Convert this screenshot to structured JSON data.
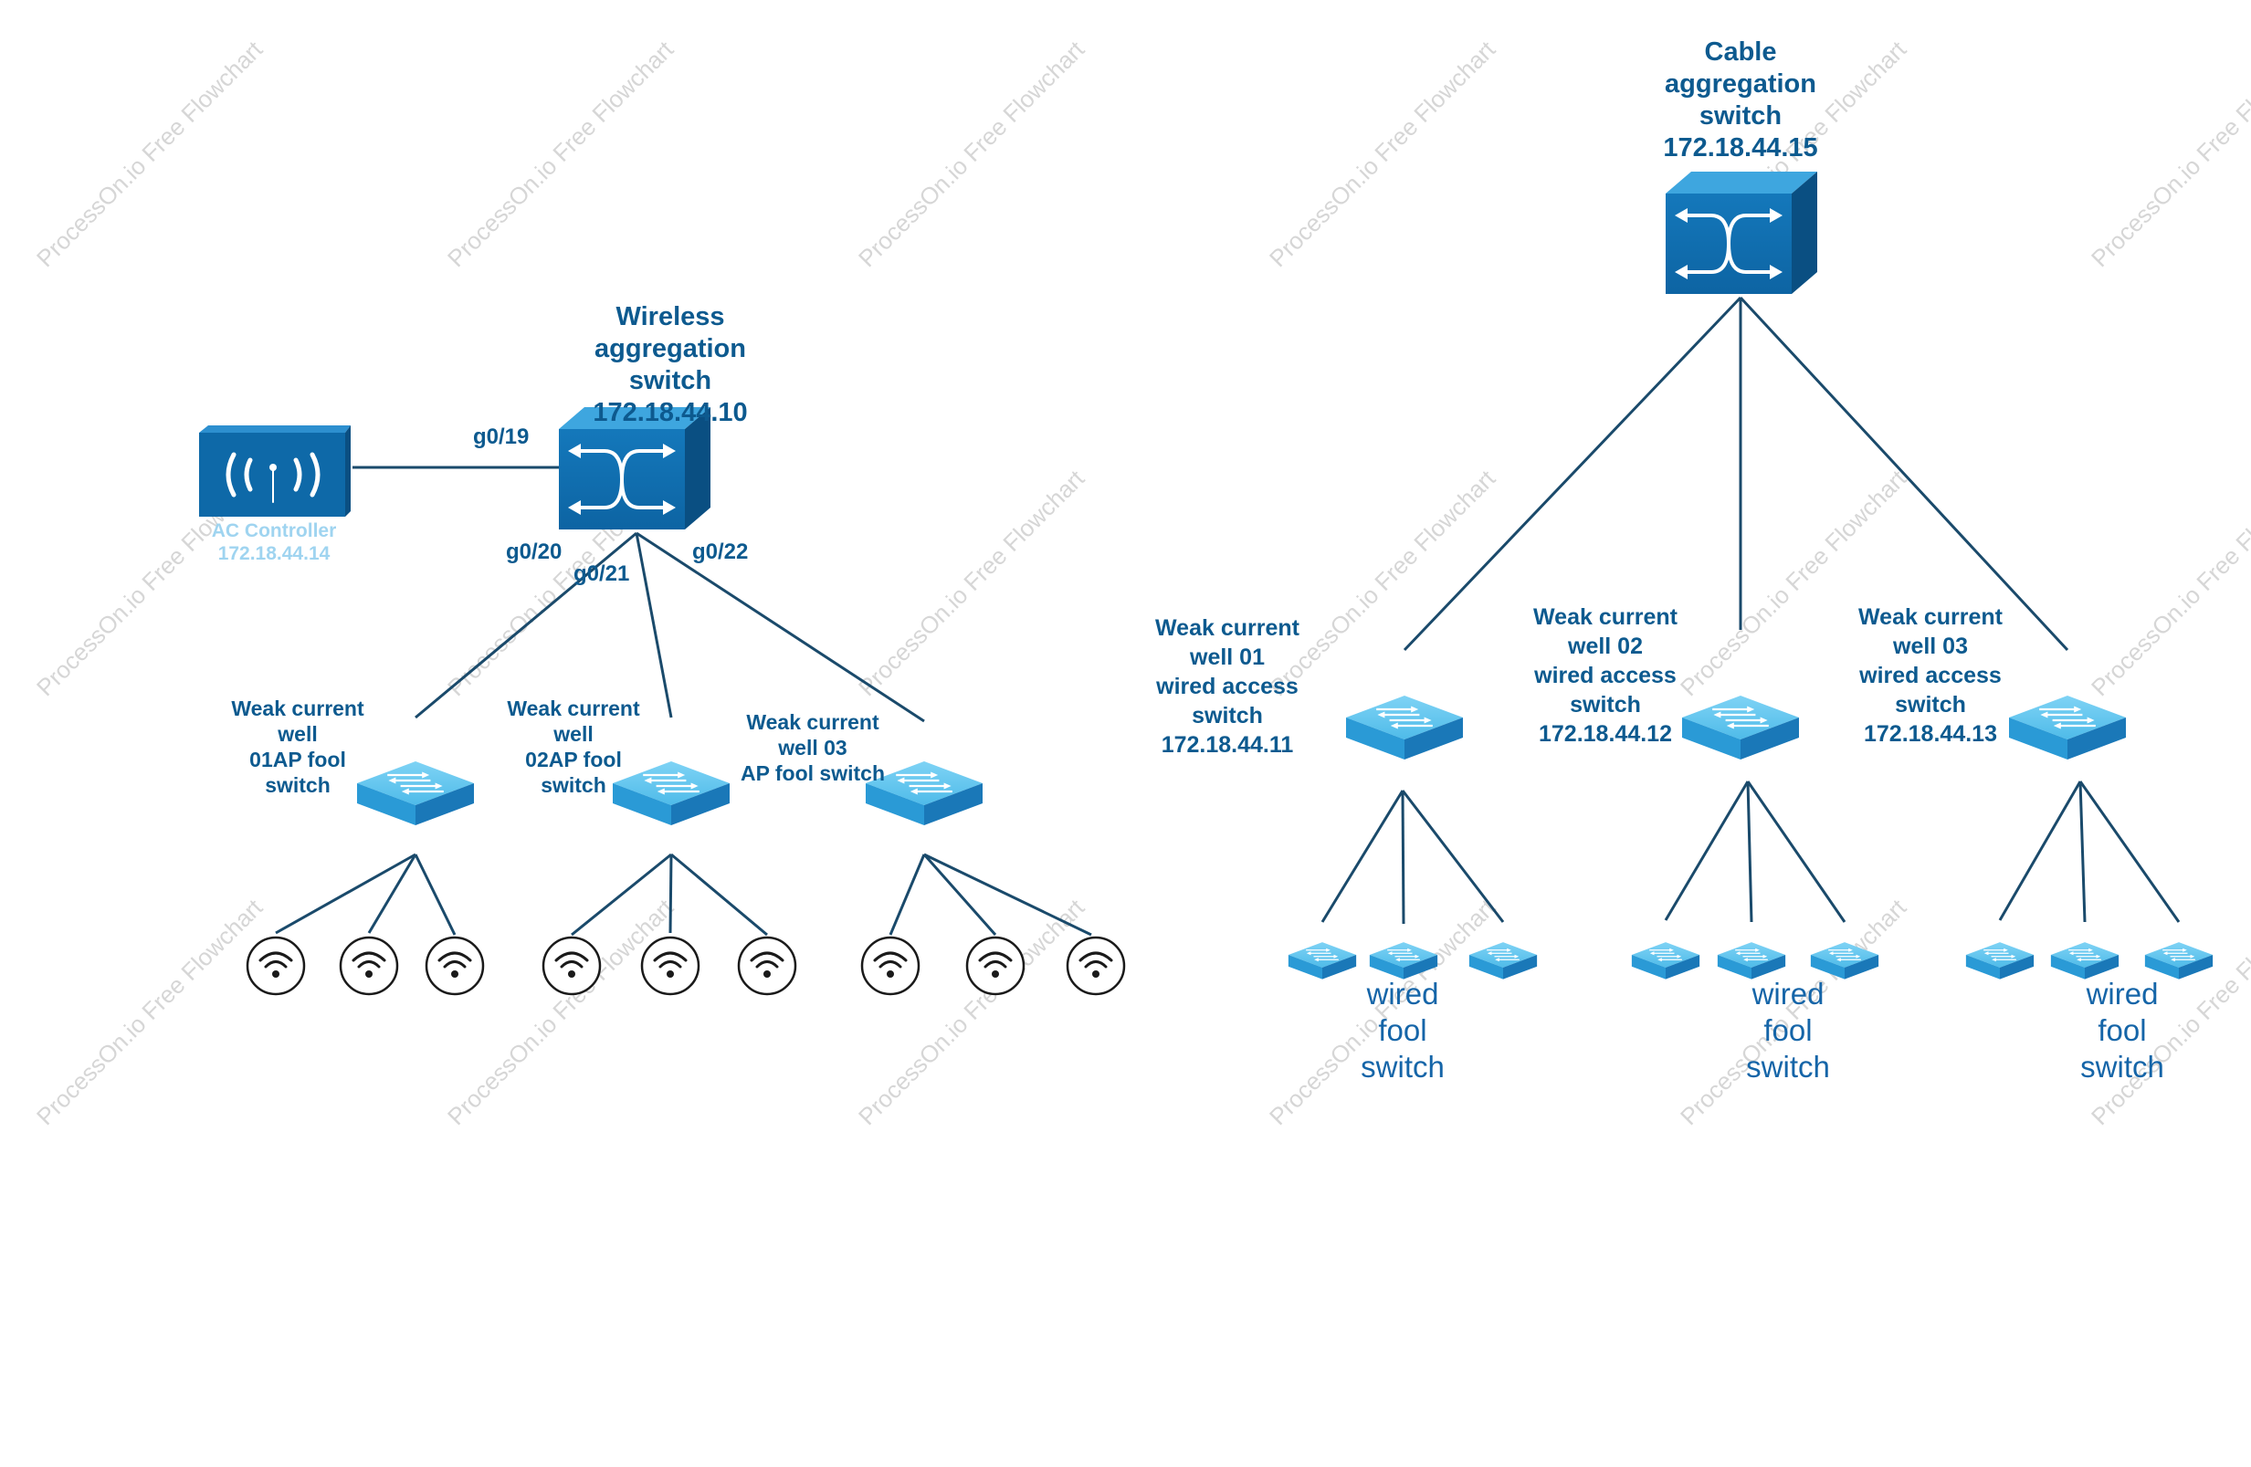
{
  "watermark": "ProcessOn.io Free Flowchart",
  "colors": {
    "title_text": "#0d5a8f",
    "link": "#1a4a6b",
    "device_dark": "#0b5f99",
    "device_light": "#3fb3e6",
    "ac_label": "#9fd4f0"
  },
  "wireless": {
    "agg_switch": {
      "title": [
        "Wireless",
        "aggregation",
        "switch",
        "172.18.44.10"
      ],
      "icon": "switch-cube-icon"
    },
    "ac_controller": {
      "title": [
        "AC Controller",
        "172.18.44.14"
      ],
      "icon": "wireless-controller-icon"
    },
    "ports": {
      "ac_link": "g0/19",
      "well01": "g0/20",
      "well02": "g0/21",
      "well03": "g0/22"
    },
    "ap_switches": [
      {
        "title": [
          "Weak current",
          "well",
          "01AP fool",
          "switch"
        ],
        "ap_count": 3
      },
      {
        "title": [
          "Weak current",
          "well",
          "02AP fool",
          "switch"
        ],
        "ap_count": 3
      },
      {
        "title": [
          "Weak current",
          "well 03",
          "AP fool switch"
        ],
        "ap_count": 3
      }
    ],
    "ap_icon": "wifi-access-point-icon"
  },
  "wired": {
    "agg_switch": {
      "title": [
        "Cable",
        "aggregation",
        "switch",
        "172.18.44.15"
      ],
      "icon": "switch-cube-icon"
    },
    "access_switches": [
      {
        "title": [
          "Weak current",
          "well 01",
          "wired access",
          "switch",
          "172.18.44.11"
        ],
        "group_label": [
          "wired",
          "fool",
          "switch"
        ],
        "fool_count": 3
      },
      {
        "title": [
          "Weak current",
          "well 02",
          "wired access",
          "switch",
          "172.18.44.12"
        ],
        "group_label": [
          "wired",
          "fool",
          "switch"
        ],
        "fool_count": 3
      },
      {
        "title": [
          "Weak current",
          "well 03",
          "wired access",
          "switch",
          "172.18.44.13"
        ],
        "group_label": [
          "wired",
          "fool",
          "switch"
        ],
        "fool_count": 3
      }
    ]
  }
}
